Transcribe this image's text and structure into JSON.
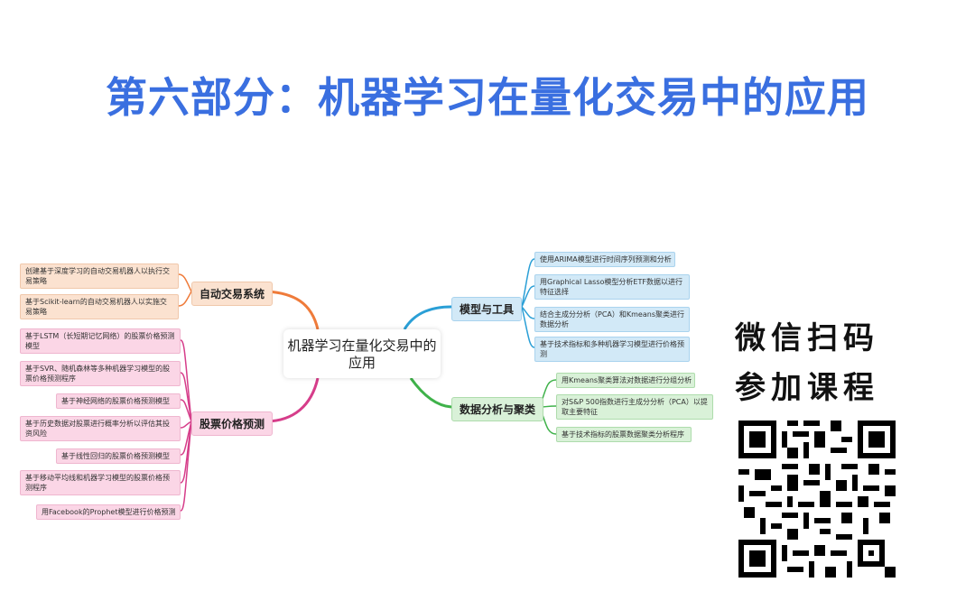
{
  "title": "第六部分：机器学习在量化交易中的应用",
  "mindmap": {
    "center": "机器学习在量化交易中的应用",
    "branches": {
      "auto": {
        "label": "自动交易系统",
        "color": "#ef7b3a",
        "items": [
          "创建基于深度学习的自动交易机器人以执行交易策略",
          "基于Scikit-learn的自动交易机器人以实施交易策略"
        ]
      },
      "price": {
        "label": "股票价格预测",
        "color": "#d63d8a",
        "items": [
          "基于LSTM（长短期记忆网络）的股票价格预测模型",
          "基于SVR、随机森林等多种机器学习模型的股票价格预测程序",
          "基于神经网络的股票价格预测模型",
          "基于历史数据对股票进行概率分析以评估其投资风险",
          "基于线性回归的股票价格预测模型",
          "基于移动平均线和机器学习模型的股票价格预测程序",
          "用Facebook的Prophet模型进行价格预测"
        ]
      },
      "model": {
        "label": "模型与工具",
        "color": "#2a9fd6",
        "items": [
          "使用ARIMA模型进行时间序列预测和分析",
          "用Graphical Lasso模型分析ETF数据以进行特征选择",
          "结合主成分分析（PCA）和Kmeans聚类进行数据分析",
          "基于技术指标和多种机器学习模型进行价格预测"
        ]
      },
      "data": {
        "label": "数据分析与聚类",
        "color": "#3fb24a",
        "items": [
          "用Kmeans聚类算法对数据进行分组分析",
          "对S&P 500指数进行主成分分析（PCA）以提取主要特征",
          "基于技术指标的股票数据聚类分析程序"
        ]
      }
    }
  },
  "qr": {
    "line1": "微信扫码",
    "line2": "参加课程"
  }
}
